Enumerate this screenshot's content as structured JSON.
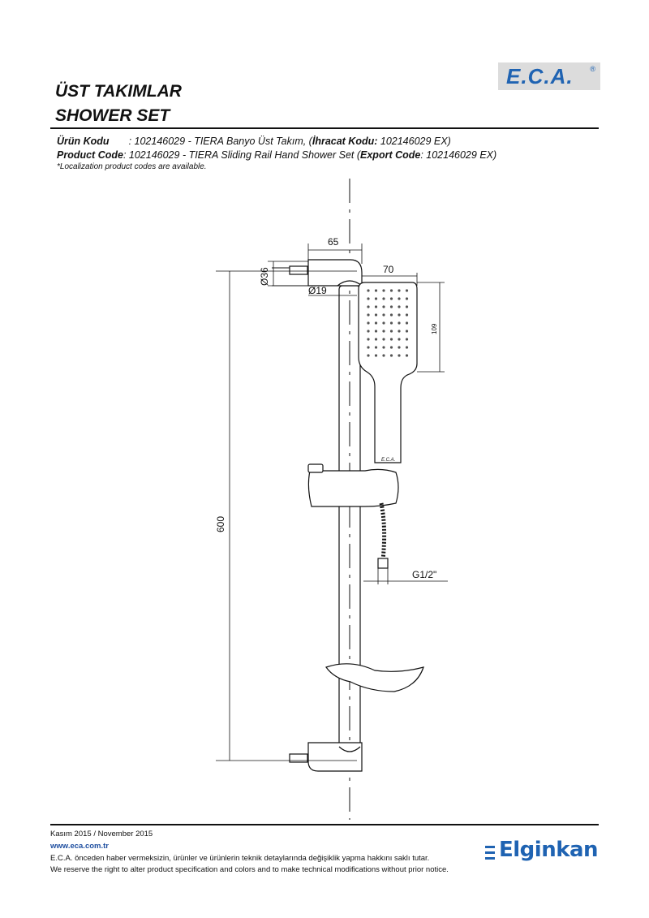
{
  "brand": {
    "logo": "E.C.A.",
    "registered_mark": "®",
    "footer_brand": "Elginkan"
  },
  "header": {
    "title_tr": "ÜST TAKIMLAR",
    "title_en": "SHOWER SET"
  },
  "codes": {
    "tr_label": "Ürün Kodu",
    "tr_value": ": 102146029 - TIERA Banyo Üst Takım, (",
    "tr_export_label": "İhracat Kodu:",
    "tr_export_value": " 102146029 EX)",
    "en_label": "Product Code",
    "en_value": ": 102146029 - TIERA Sliding Rail Hand Shower Set (",
    "en_export_label": "Export Code",
    "en_export_value": ": 102146029 EX)",
    "note": "*Localization product codes are available."
  },
  "drawing": {
    "dims": {
      "width_65": "65",
      "width_70": "70",
      "diameter_36": "Ø36",
      "diameter_19": "Ø19",
      "height_109": "109",
      "height_600": "600",
      "thread": "G1/2\""
    },
    "head_mark": "E.C.A."
  },
  "footer": {
    "date": "Kasım 2015 / November 2015",
    "url": "www.eca.com.tr",
    "disclaimer_tr": "E.C.A. önceden haber vermeksizin, ürünler ve ürünlerin teknik detaylarında değişiklik yapma hakkını saklı tutar.",
    "disclaimer_en": "We reserve the right to alter product specification and colors and to make technical modifications without prior notice."
  }
}
